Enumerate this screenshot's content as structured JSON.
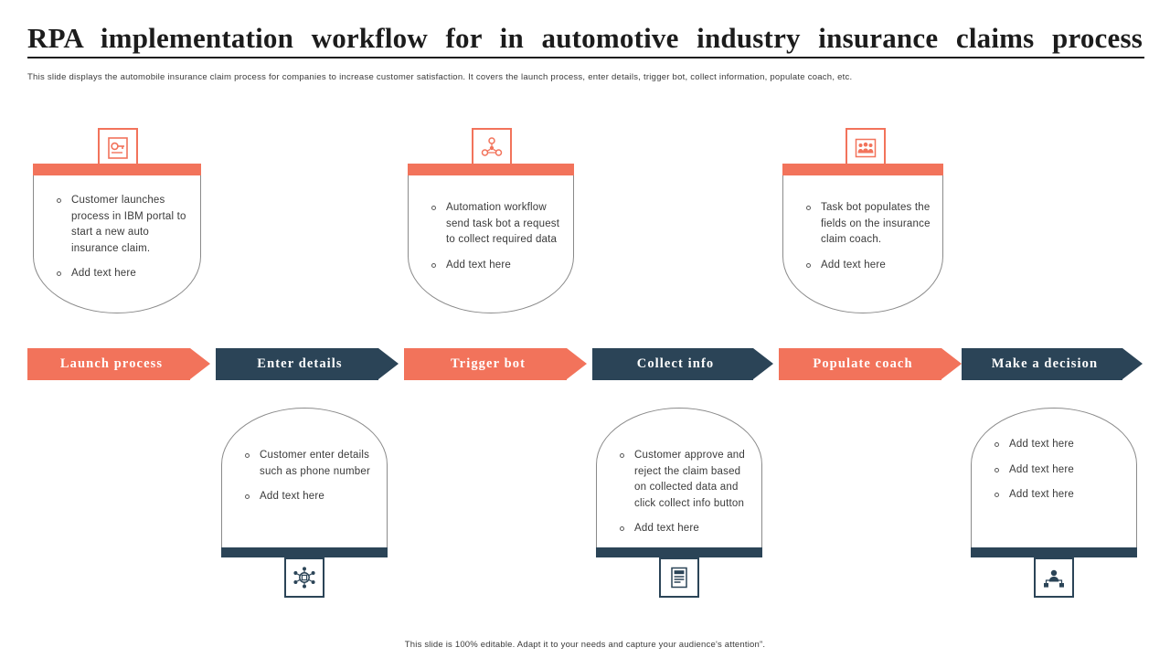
{
  "slide": {
    "title": "RPA implementation workflow for in automotive industry insurance claims process",
    "subtitle": "This slide displays the automobile insurance claim process for companies to increase customer satisfaction. It covers the launch process, enter details, trigger bot, collect information, populate coach, etc.",
    "footer": "This slide is 100% editable. Adapt it to your needs and capture your audience's attention”."
  },
  "colors": {
    "orange": "#f2735b",
    "navy": "#2b4457",
    "text": "#3a3a3a",
    "outline": "#8a8a8a"
  },
  "steps": [
    {
      "id": "launch-process",
      "label": "Launch process",
      "color": "orange",
      "position": "up",
      "icon": "key-document-icon",
      "bullets": [
        "Customer launches process in IBM portal to start a new auto insurance claim.",
        "Add text here"
      ]
    },
    {
      "id": "enter-details",
      "label": "Enter details",
      "color": "navy",
      "position": "down",
      "icon": "network-settings-icon",
      "bullets": [
        "Customer enter details such as phone number",
        "Add text here"
      ]
    },
    {
      "id": "trigger-bot",
      "label": "Trigger bot",
      "color": "orange",
      "position": "up",
      "icon": "network-nodes-icon",
      "bullets": [
        "Automation workflow send task bot a request to collect required data",
        "Add text here"
      ]
    },
    {
      "id": "collect-info",
      "label": "Collect info",
      "color": "navy",
      "position": "down",
      "icon": "server-document-icon",
      "bullets": [
        "Customer approve and reject the claim based on collected data and click collect info button",
        "Add text here"
      ]
    },
    {
      "id": "populate-coach",
      "label": "Populate coach",
      "color": "orange",
      "position": "up",
      "icon": "people-group-icon",
      "bullets": [
        "Task bot populates the fields on the insurance claim coach.",
        "Add text here"
      ]
    },
    {
      "id": "make-a-decision",
      "label": "Make a decision",
      "color": "navy",
      "position": "down",
      "icon": "user-network-icon",
      "bullets": [
        "Add text here",
        "Add text here",
        "Add text here"
      ]
    }
  ]
}
